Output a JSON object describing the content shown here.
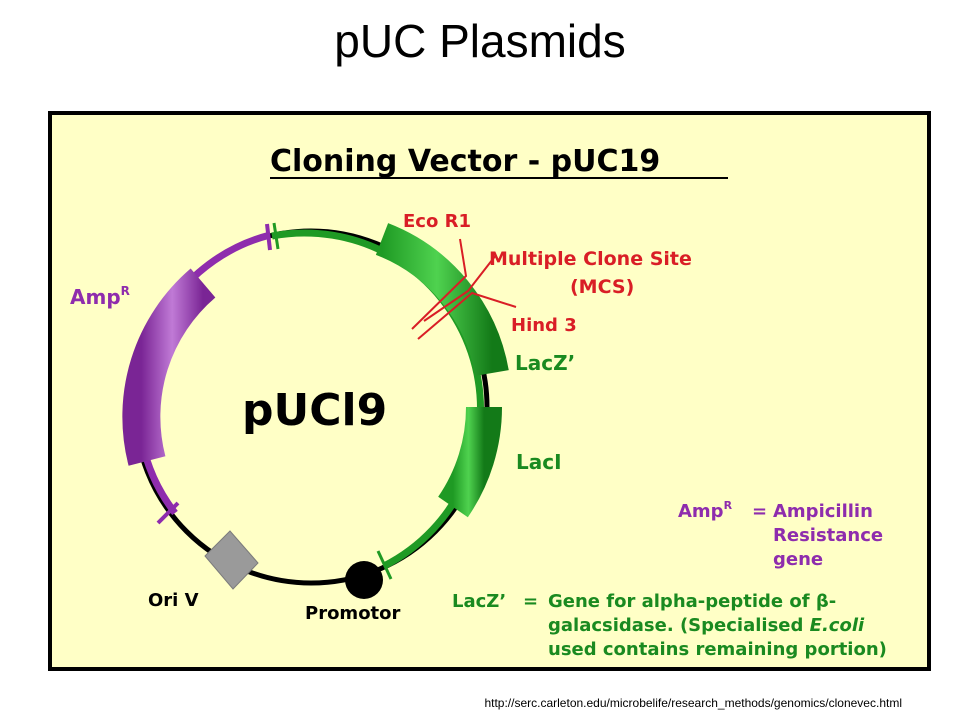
{
  "slide": {
    "title": "pUC Plasmids",
    "source_url": "http://serc.carleton.edu/microbelife/research_methods/genomics/clonevec.html"
  },
  "figure": {
    "heading": "Cloning Vector - pUC19",
    "plasmid_name": "pUCl9",
    "labels": {
      "eco": "Eco R1",
      "mcs_line1": "Multiple Clone Site",
      "mcs_line2": "(MCS)",
      "hind": "Hind 3",
      "lacz": "LacZ’",
      "laci": "LacI",
      "amp": "Amp",
      "amp_sup": "R",
      "ori": "Ori V",
      "promotor": "Promotor"
    },
    "legend": {
      "amp_term": "Amp",
      "amp_term_sup": "R",
      "amp_eq": "=",
      "amp_def1": "Ampicillin",
      "amp_def2": "Resistance",
      "amp_def3": "gene",
      "lacz_term": "LacZ’",
      "lacz_eq": "=",
      "lacz_def1": "Gene for alpha-peptide of β-",
      "lacz_def2a": "galacsidase. (Specialised ",
      "lacz_def2b": "E.coli",
      "lacz_def3": "used contains remaining portion)"
    },
    "colors": {
      "background": "#FFFFC6",
      "green": "#22A52B",
      "purple": "#9A38B8",
      "red": "#D91E26",
      "ori_gray": "#9A9A9A"
    }
  }
}
